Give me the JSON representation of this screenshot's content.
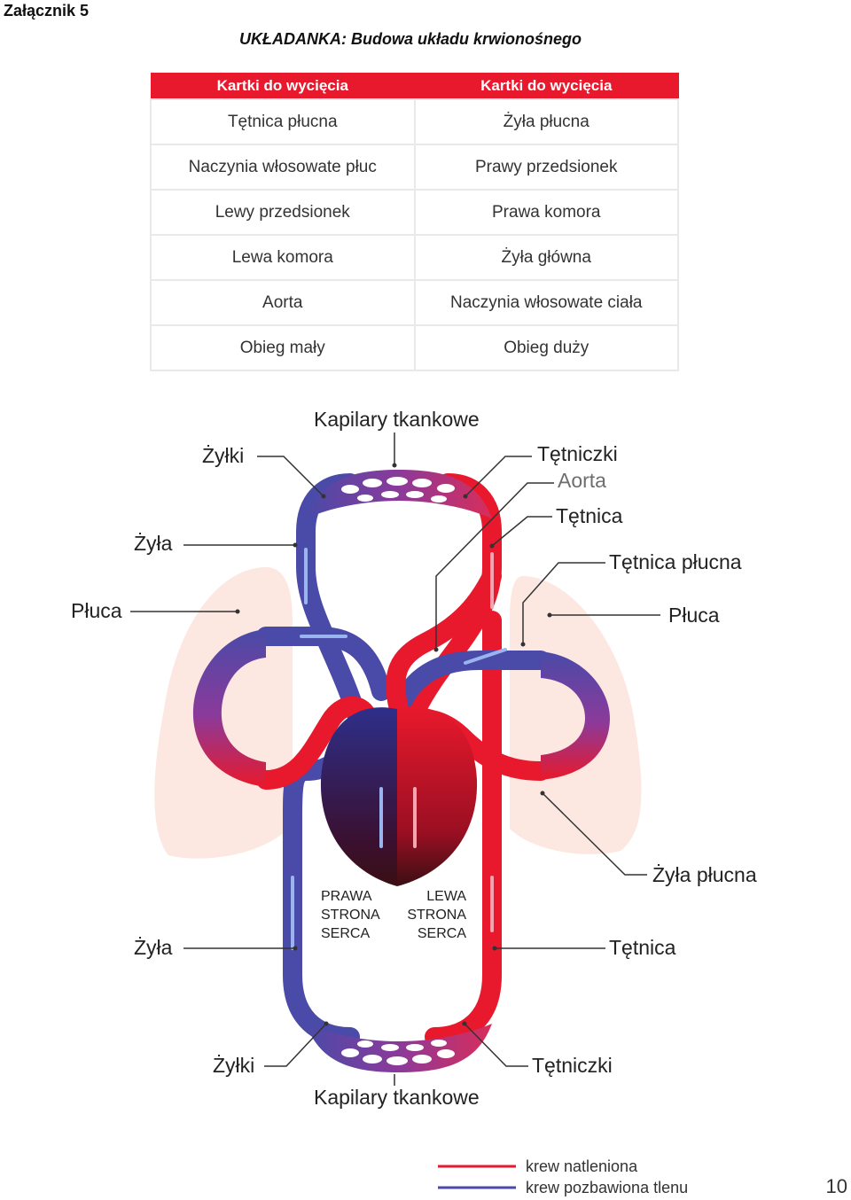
{
  "header": {
    "attachment": "Załącznik 5",
    "title": "UKŁADANKA: Budowa układu krwionośnego"
  },
  "cards": {
    "headers": [
      "Kartki do wycięcia",
      "Kartki do wycięcia"
    ],
    "rows": [
      [
        "Tętnica płucna",
        "Żyła płucna"
      ],
      [
        "Naczynia włosowate płuc",
        "Prawy przedsionek"
      ],
      [
        "Lewy przedsionek",
        "Prawa komora"
      ],
      [
        "Lewa komora",
        "Żyła główna"
      ],
      [
        "Aorta",
        "Naczynia włosowate ciała"
      ],
      [
        "Obieg mały",
        "Obieg duży"
      ]
    ]
  },
  "diagram": {
    "labels": {
      "kapilary_top": "Kapilary tkankowe",
      "zylki_top": "Żyłki",
      "tetniczki_top": "Tętniczki",
      "aorta": "Aorta",
      "tetnica_upper": "Tętnica",
      "zyla_upper": "Żyła",
      "tetnica_plucna": "Tętnica płucna",
      "pluca_left": "Płuca",
      "pluca_right": "Płuca",
      "zyla_plucna": "Żyła płucna",
      "zyla_lower": "Żyła",
      "tetnica_lower": "Tętnica",
      "zylki_bottom": "Żyłki",
      "tetniczki_bottom": "Tętniczki",
      "kapilary_bottom": "Kapilary tkankowe"
    },
    "heart": {
      "right_side": [
        "PRAWA",
        "STRONA",
        "SERCA"
      ],
      "left_side": [
        "LEWA",
        "STRONA",
        "SERCA"
      ]
    },
    "colors": {
      "oxygenated": "#e8192c",
      "deoxygenated": "#4a4aa8",
      "capillary": "#8b3a9a",
      "heart_dark": "#3a0f14"
    }
  },
  "legend": {
    "oxygenated_label": "krew natleniona",
    "deoxygenated_label": "krew pozbawiona tlenu"
  },
  "page_number": "10"
}
